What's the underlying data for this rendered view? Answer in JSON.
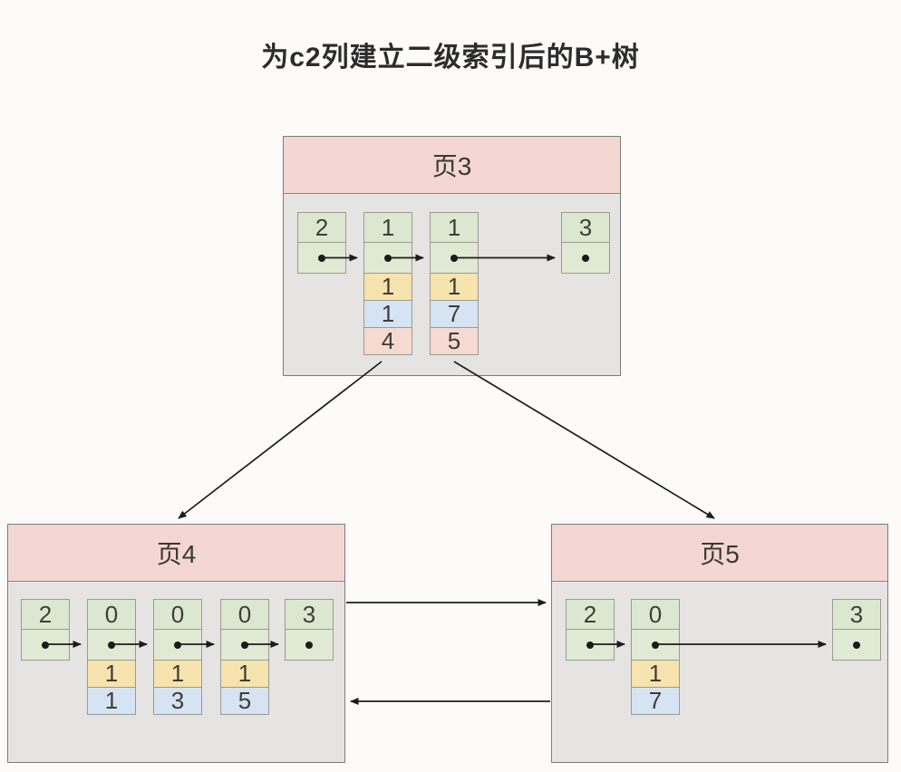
{
  "title": "为c2列建立二级索引后的B+树",
  "colors": {
    "page_header": "#f4d6d3",
    "page_body": "#e5e4e2",
    "record_type_cell": "#dce7d0",
    "c2_cell": "#f6e3ae",
    "c1_cell": "#d5e3f2",
    "child_page_cell": "#f6dad2",
    "arrow": "#1c1c1c"
  },
  "pages": [
    {
      "name": "页3",
      "records": [
        {
          "record_type": "2"
        },
        {
          "record_type": "1",
          "c2": "1",
          "c1": "1",
          "child_page": "4"
        },
        {
          "record_type": "1",
          "c2": "1",
          "c1": "7",
          "child_page": "5"
        },
        {
          "record_type": "3"
        }
      ]
    },
    {
      "name": "页4",
      "records": [
        {
          "record_type": "2"
        },
        {
          "record_type": "0",
          "c2": "1",
          "c1": "1"
        },
        {
          "record_type": "0",
          "c2": "1",
          "c1": "3"
        },
        {
          "record_type": "0",
          "c2": "1",
          "c1": "5"
        },
        {
          "record_type": "3"
        }
      ]
    },
    {
      "name": "页5",
      "records": [
        {
          "record_type": "2"
        },
        {
          "record_type": "0",
          "c2": "1",
          "c1": "7"
        },
        {
          "record_type": "3"
        }
      ]
    }
  ]
}
